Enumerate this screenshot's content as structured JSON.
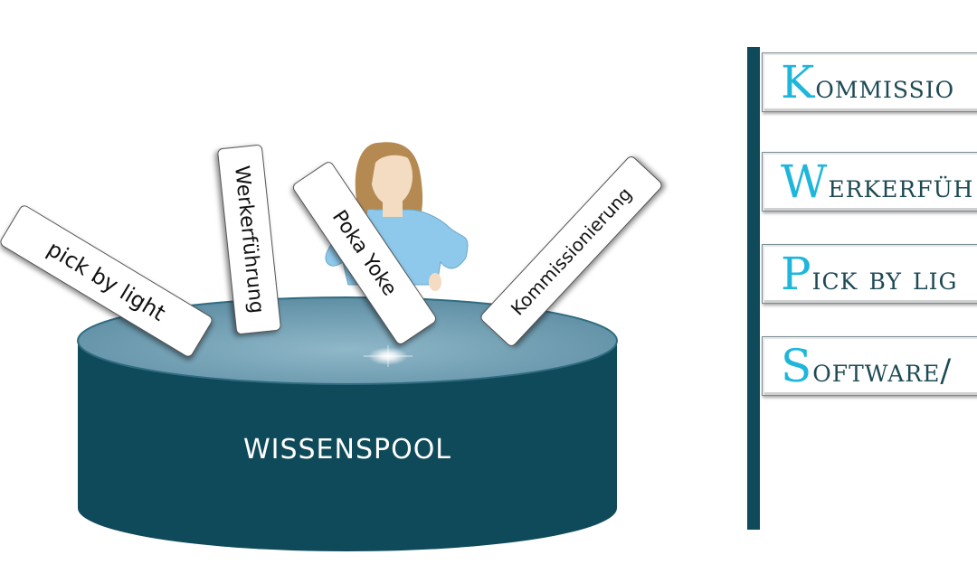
{
  "pool": {
    "label": "WISSENSPOOL",
    "colors": {
      "body": "#0f4a5a",
      "top": "#6f9db2",
      "sparkle": "#ffffff"
    }
  },
  "cards": {
    "pick_by_light": "pick by light",
    "werkerfuehrung": "Werkerführung",
    "poka_yoke": "Poka Yoke",
    "kommissionierung": "Kommissionierung"
  },
  "person": {
    "hair_color": "#b58a52",
    "skin_color": "#f3dcc2",
    "shirt_color": "#8ec8ea"
  },
  "signpost": {
    "post_color": "#0f4a5a",
    "initial_color": "#1fb6dc",
    "text_color": "#1d4a55",
    "signs": [
      {
        "initial": "K",
        "rest": "ommissio"
      },
      {
        "initial": "W",
        "rest": "erkerfüh"
      },
      {
        "initial": "P",
        "rest": "ick by lig"
      },
      {
        "initial": "S",
        "rest": "oftware/"
      }
    ]
  }
}
